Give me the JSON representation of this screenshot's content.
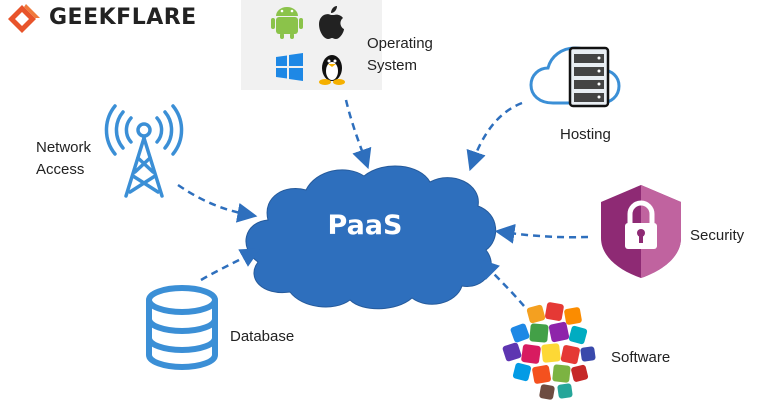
{
  "brand": {
    "name": "GEEKFLARE",
    "logo_color": "#e8542b"
  },
  "center": {
    "label": "PaaS",
    "cloud_color": "#2e6fbd"
  },
  "nodes": {
    "operating_system": {
      "label_line1": "Operating",
      "label_line2": "System",
      "icons": [
        "android-icon",
        "apple-icon",
        "windows-icon",
        "linux-icon"
      ]
    },
    "hosting": {
      "label": "Hosting",
      "icon": "server-cloud-icon"
    },
    "network_access": {
      "label_line1": "Network",
      "label_line2": "Access",
      "icon": "antenna-tower-icon"
    },
    "security": {
      "label": "Security",
      "icon": "shield-lock-icon"
    },
    "database": {
      "label": "Database",
      "icon": "database-icon"
    },
    "software": {
      "label": "Software",
      "icon": "app-icons-cluster"
    }
  },
  "colors": {
    "arrow": "#2e6fbd",
    "icon_blue": "#3b8fd6",
    "security": "#8e2a74"
  }
}
